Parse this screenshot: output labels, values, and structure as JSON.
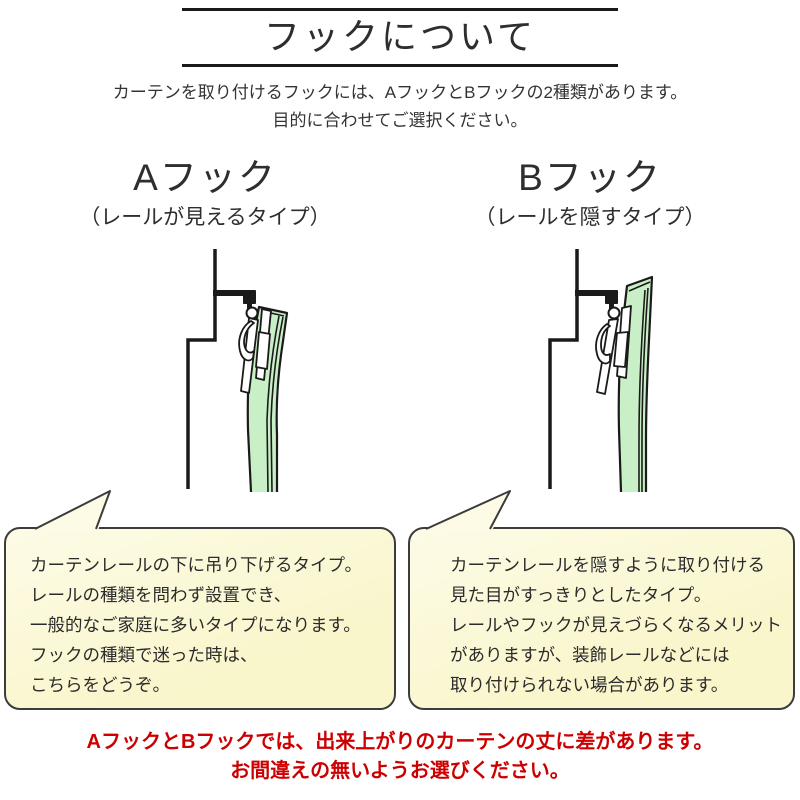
{
  "title": "フックについて",
  "intro": {
    "line1": "カーテンを取り付けるフックには、AフックとBフックの2種類があります。",
    "line2": "目的に合わせてご選択ください。"
  },
  "columns": {
    "a": {
      "heading": "Aフック",
      "subheading": "（レールが見えるタイプ）",
      "bubble_lines": [
        "カーテンレールの下に吊り下げるタイプ。",
        "レールの種類を問わず設置でき、",
        "一般的なご家庭に多いタイプになります。",
        "フックの種類で迷った時は、",
        "こちらをどうぞ。"
      ]
    },
    "b": {
      "heading": "Bフック",
      "subheading": "（レールを隠すタイプ）",
      "bubble_lines": [
        "カーテンレールを隠すように取り付ける",
        "見た目がすっきりとしたタイプ。",
        "レールやフックが見えづらくなるメリット",
        "がありますが、装飾レールなどには",
        "取り付けられない場合があります。"
      ]
    }
  },
  "warning": {
    "line1": "AフックとBフックでは、出来上がりのカーテンの丈に差があります。",
    "line2": "お間違えの無いようお選びください。"
  },
  "colors": {
    "curtain_green": "#C9EFC6",
    "bubble_yellow": "#F9F6CC",
    "bubble_yellow_light": "#FDFBE6",
    "warning_red": "#CC0000",
    "line_dark": "#1A1A1A",
    "text_dark": "#333333",
    "bubble_border": "#3C3C3C"
  }
}
